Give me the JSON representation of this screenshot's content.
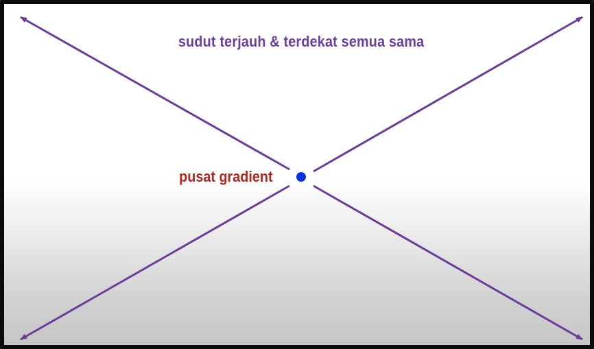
{
  "diagram": {
    "title": "sudut terjauh & terdekat semua sama",
    "center_label": "pusat gradient"
  },
  "colors": {
    "arrow": "#6a3d9a",
    "title_text": "#6b3fa0",
    "center_label_text": "#b3261e",
    "center_dot": "#0a33e0",
    "frame_border": "#0b0b0b"
  },
  "icons": {
    "center_point": "filled-circle",
    "arrow_heads": "triangle-arrowhead"
  }
}
